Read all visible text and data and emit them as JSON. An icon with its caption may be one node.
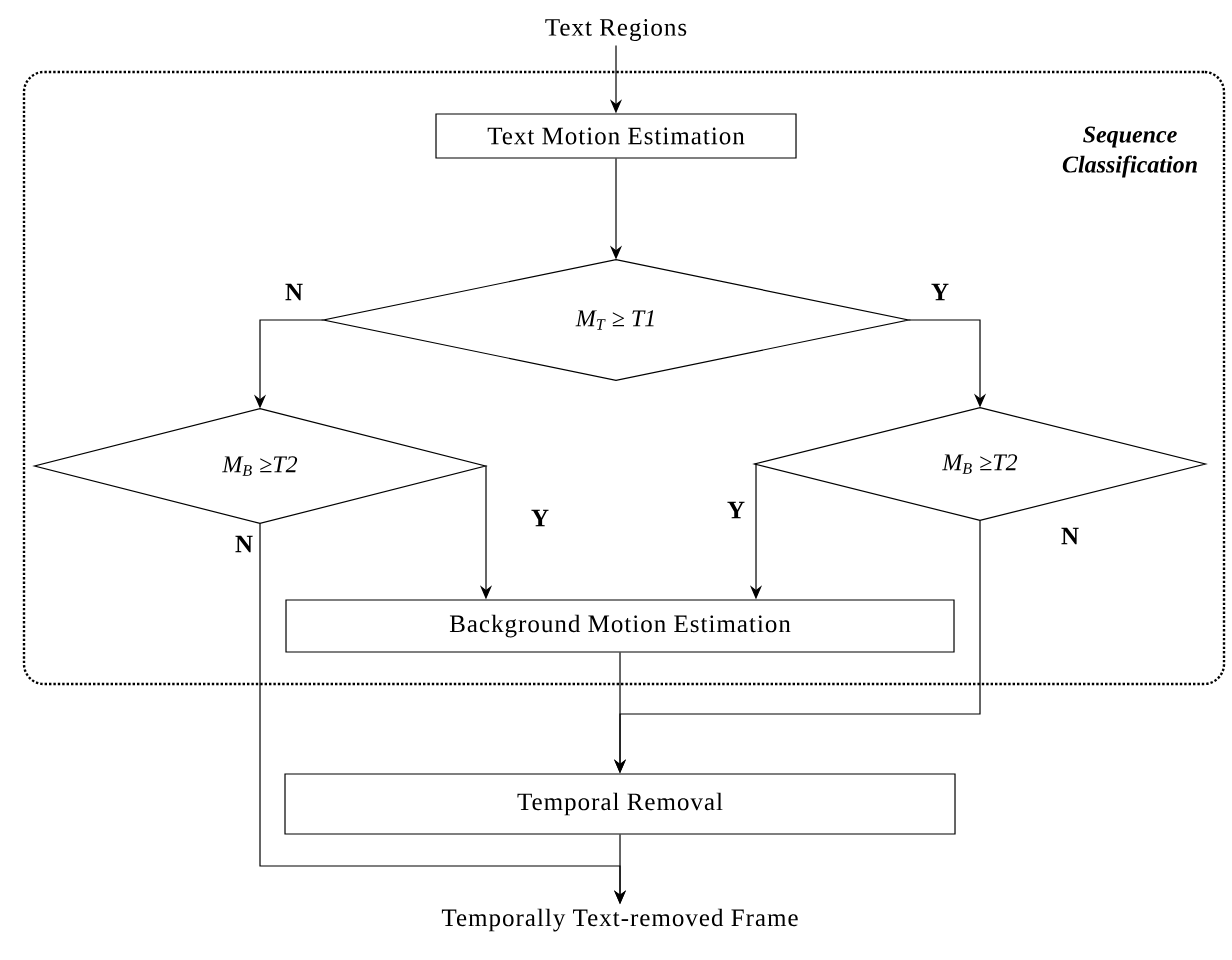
{
  "diagram": {
    "nodes": [
      {
        "text": [
          "Text Regions"
        ]
      },
      {
        "text": [
          "Sequence Classification"
        ]
      },
      {
        "text": [
          "Text Motion Estimation"
        ],
        "in": 1
      },
      {
        "text": [
          "M$_{T}$ ≥ T1"
        ],
        "in": 1
      },
      {
        "text": [
          "M$_{B}$ ≥T2"
        ],
        "in": 1
      },
      {
        "text": [
          "M$_{B}$ ≥T2"
        ],
        "in": 1
      },
      {
        "text": [
          "Background Motion Estimation"
        ],
        "in": 1
      },
      {
        "text": [
          "Temporal Removal"
        ]
      },
      {
        "text": [
          "Temporally Text-removed Frame"
        ]
      }
    ],
    "edges": [
      {
        "from": 0,
        "to": 2,
        "arrow": "to"
      },
      {
        "from": 2,
        "to": 3,
        "arrow": "to"
      },
      {
        "from": 3,
        "to": 4,
        "arrow": "to",
        "label": "N"
      },
      {
        "from": 3,
        "to": 5,
        "arrow": "to",
        "label": "Y"
      },
      {
        "from": 4,
        "to": 6,
        "arrow": "to",
        "label": "Y"
      },
      {
        "from": 4,
        "to": 8,
        "arrow": "to",
        "label": "N"
      },
      {
        "from": 5,
        "to": 6,
        "arrow": "to",
        "label": "Y"
      },
      {
        "from": 5,
        "to": 7,
        "arrow": "to",
        "label": "N"
      },
      {
        "from": 6,
        "to": 7,
        "arrow": "to"
      },
      {
        "from": 7,
        "to": 8,
        "arrow": "to"
      }
    ]
  }
}
